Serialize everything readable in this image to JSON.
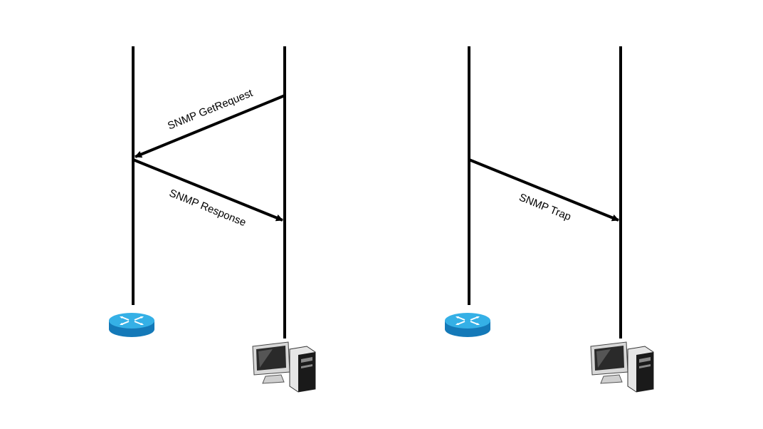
{
  "scenarios": [
    {
      "id": "poll",
      "messages": [
        {
          "label": "SNMP GetRequest",
          "direction": "manager-to-device"
        },
        {
          "label": "SNMP Response",
          "direction": "device-to-manager"
        }
      ],
      "device_icon": "router-icon",
      "manager_icon": "computer-icon"
    },
    {
      "id": "trap",
      "messages": [
        {
          "label": "SNMP Trap",
          "direction": "device-to-manager"
        }
      ],
      "device_icon": "router-icon",
      "manager_icon": "computer-icon"
    }
  ],
  "colors": {
    "line": "#000000",
    "router_top": "#2aa7de",
    "router_side": "#1479b8",
    "router_arrows": "#ffffff",
    "computer_body": "#e8e8e8",
    "computer_dark": "#1a1a1a"
  }
}
